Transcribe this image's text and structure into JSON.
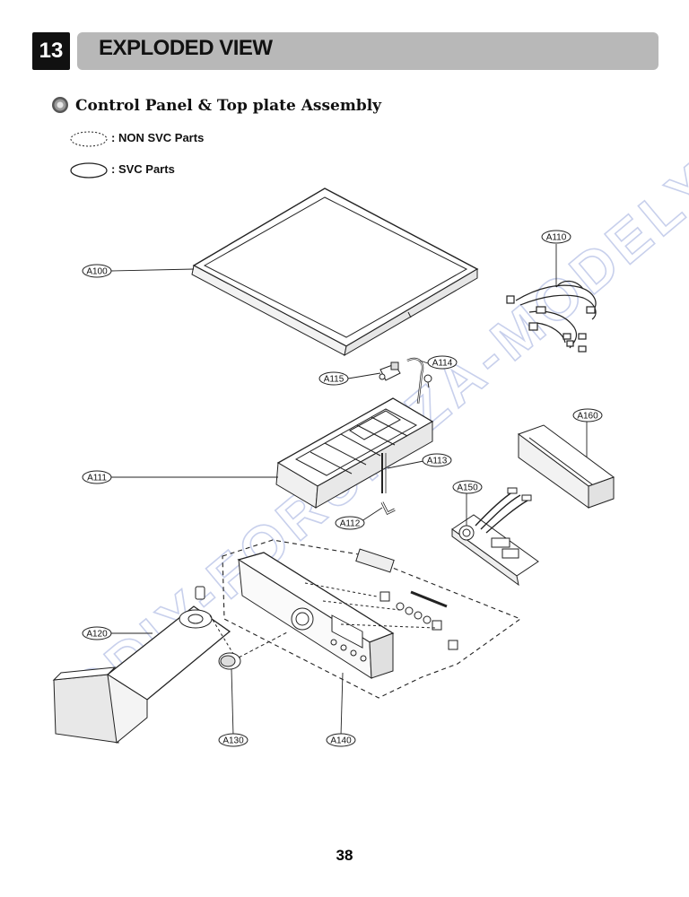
{
  "header": {
    "number": "13",
    "title": "EXPLODED VIEW"
  },
  "section": {
    "title": "Control Panel & Top plate Assembly"
  },
  "legend": {
    "non_svc": ": NON SVC Parts",
    "svc": ": SVC Parts"
  },
  "watermark": "©DIY-FORUM.ZA-MODELY.CZ",
  "parts": {
    "a100": "A100",
    "a110": "A110",
    "a111": "A111",
    "a112": "A112",
    "a113": "A113",
    "a114": "A114",
    "a115": "A115",
    "a120": "A120",
    "a130": "A130",
    "a140": "A140",
    "a150": "A150",
    "a160": "A160"
  },
  "page_number": "38"
}
